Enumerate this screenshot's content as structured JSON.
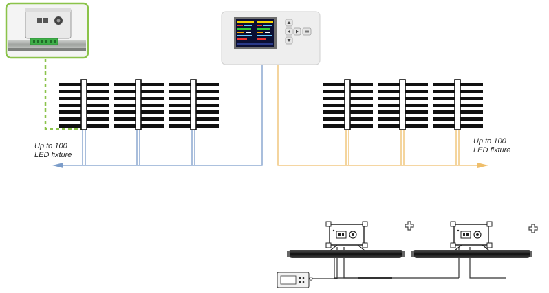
{
  "labels": {
    "left_fixture_limit": [
      "Up to 100",
      "LED fixture"
    ],
    "right_fixture_limit": [
      "Up to 100",
      "LED fixture"
    ]
  },
  "colors": {
    "left_bus": "#7b9cc9",
    "right_bus": "#efbe6a",
    "sensor_link": "#8bc34a",
    "sensor_frame": "#8bc34a",
    "fixture_bar": "#111111",
    "controller_body": "#eeeeee"
  },
  "icons": [
    "plus-icon",
    "arrow-left-icon",
    "arrow-right-icon"
  ]
}
